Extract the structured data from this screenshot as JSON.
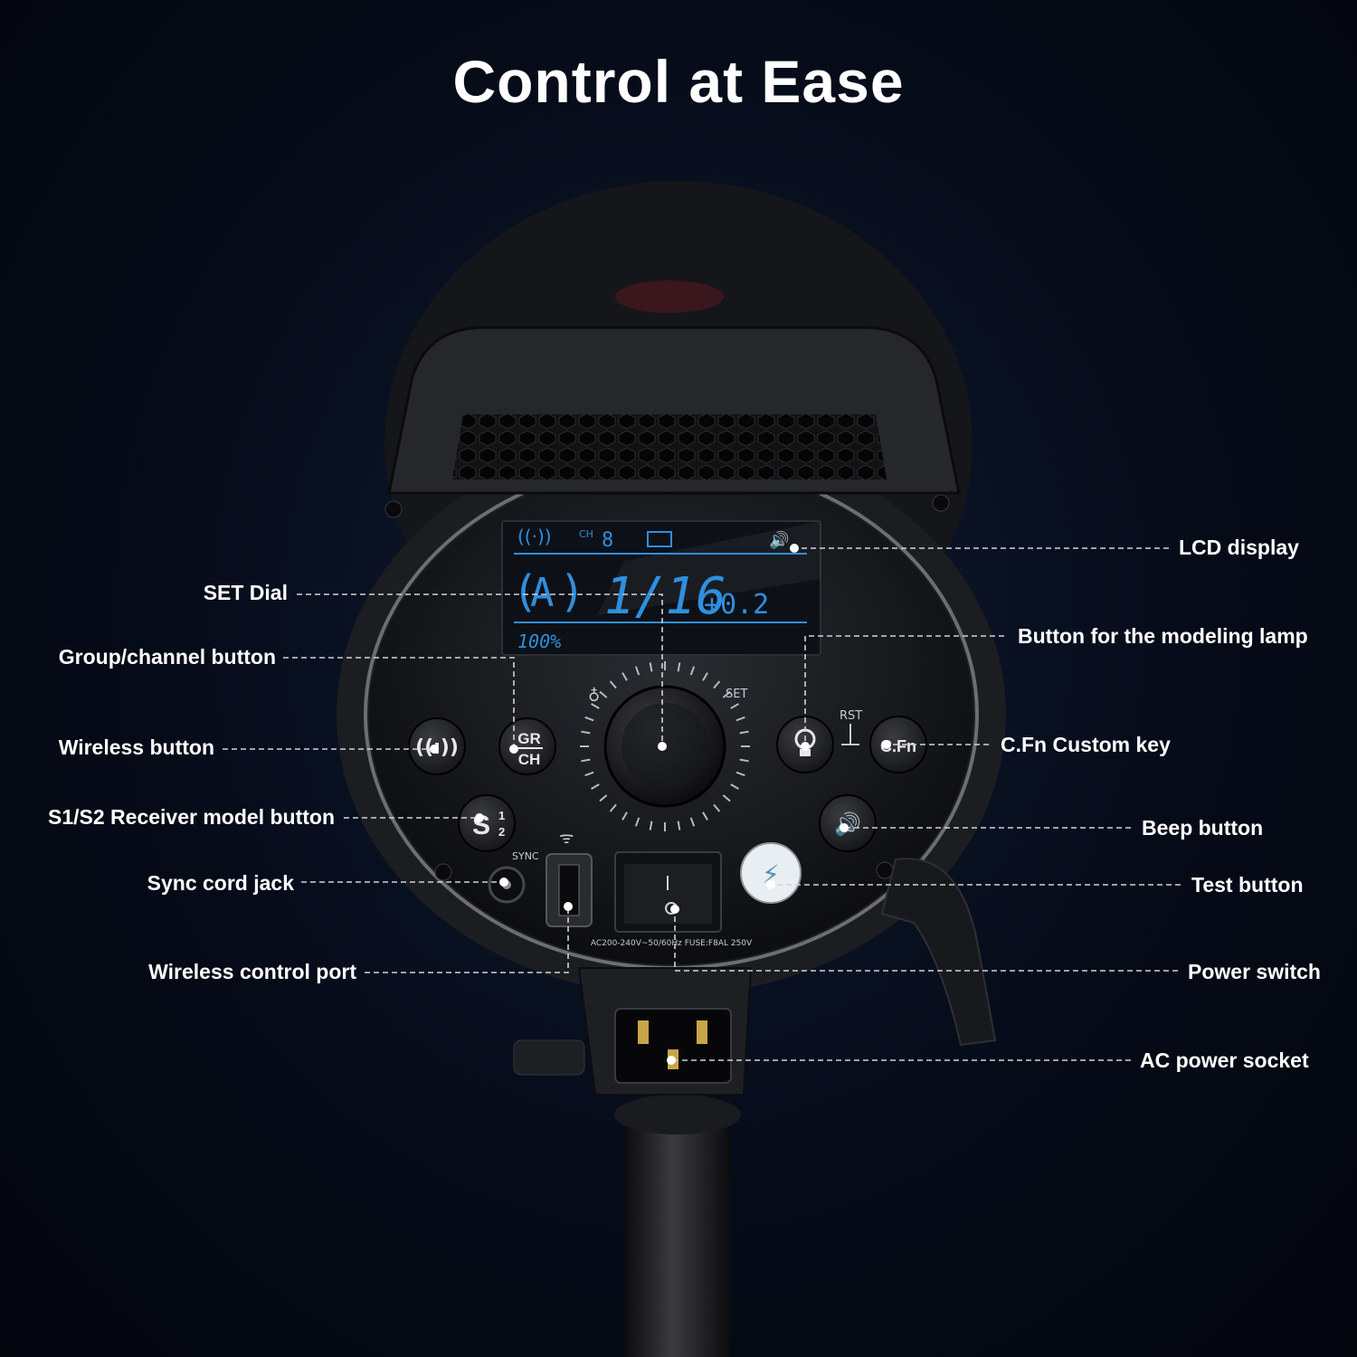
{
  "title": "Control at Ease",
  "colors": {
    "background": "#060b18",
    "label_text": "#ffffff",
    "lcd_digits": "#2f8fe0",
    "leader_line": "#cfd3da"
  },
  "lcd": {
    "ch_label": "CH",
    "channel": "8",
    "mode": "A",
    "power_fraction": "1/16",
    "power_adjust": "+0.2",
    "percent": "100%"
  },
  "panel": {
    "set_label": "SET",
    "rst_label": "RST",
    "sync_label": "SYNC",
    "gr_label": "GR",
    "ch_label": "CH",
    "cfn_label": "C.Fn",
    "s_label": "S",
    "s1": "1",
    "s2": "2",
    "rating_label": "AC200-240V~50/60Hz FUSE:F8AL 250V"
  },
  "callouts": {
    "left": [
      {
        "id": "set-dial",
        "text": "SET Dial"
      },
      {
        "id": "group-channel-button",
        "text": "Group/channel button"
      },
      {
        "id": "wireless-button",
        "text": "Wireless button"
      },
      {
        "id": "s1s2-receiver-button",
        "text": "S1/S2 Receiver model button"
      },
      {
        "id": "sync-cord-jack",
        "text": "Sync cord jack"
      },
      {
        "id": "wireless-control-port",
        "text": "Wireless control port"
      }
    ],
    "right": [
      {
        "id": "lcd-display",
        "text": "LCD display"
      },
      {
        "id": "modeling-lamp-button",
        "text": "Button for the modeling lamp"
      },
      {
        "id": "cfn-custom-key",
        "text": "C.Fn Custom key"
      },
      {
        "id": "beep-button",
        "text": "Beep button"
      },
      {
        "id": "test-button",
        "text": "Test button"
      },
      {
        "id": "power-switch",
        "text": "Power switch"
      },
      {
        "id": "ac-power-socket",
        "text": "AC power socket"
      }
    ]
  }
}
